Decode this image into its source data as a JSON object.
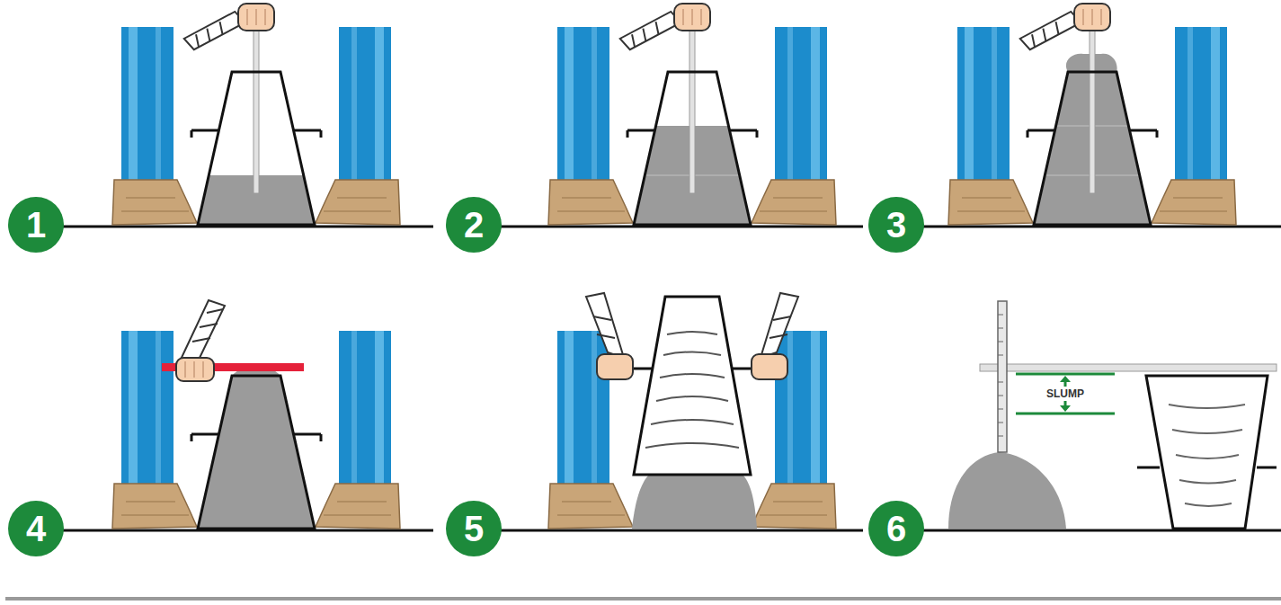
{
  "diagram": {
    "nodes": [
      {
        "text": [
          "1"
        ]
      },
      {
        "text": [
          "2"
        ]
      },
      {
        "text": [
          "3"
        ]
      },
      {
        "text": [
          "4"
        ]
      },
      {
        "text": [
          "5"
        ]
      },
      {
        "text": [
          "6"
        ]
      }
    ],
    "labels": [
      "SLUMP"
    ]
  }
}
